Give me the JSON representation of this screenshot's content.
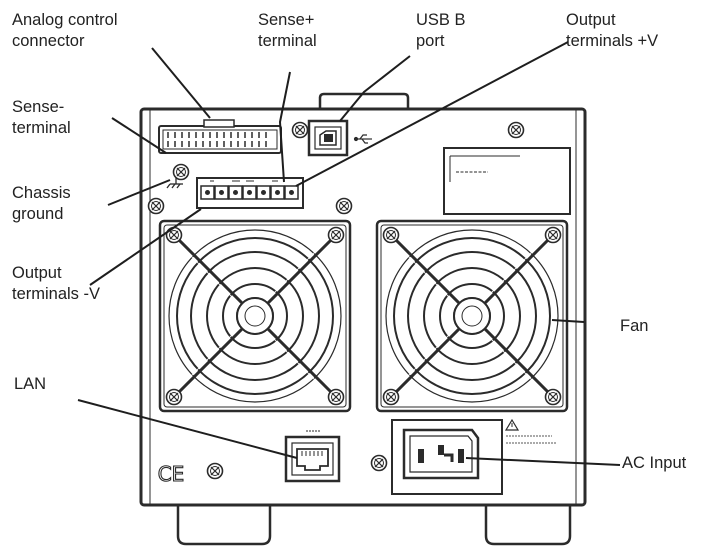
{
  "labels": {
    "analog_control": "Analog control\nconnector",
    "sense_plus": "Sense+\nterminal",
    "usb_b": "USB B\nport",
    "output_plus": "Output\nterminals +V",
    "sense_minus": "Sense-\nterminal",
    "chassis_ground": "Chassis\nground",
    "output_minus": "Output\nterminals -V",
    "fan": "Fan",
    "lan": "LAN",
    "ac_input": "AC Input"
  },
  "panel_text": {
    "ce_mark": "CE"
  },
  "colors": {
    "line": "#2b2b2b",
    "panel_fill": "#ffffff",
    "text": "#222222"
  }
}
